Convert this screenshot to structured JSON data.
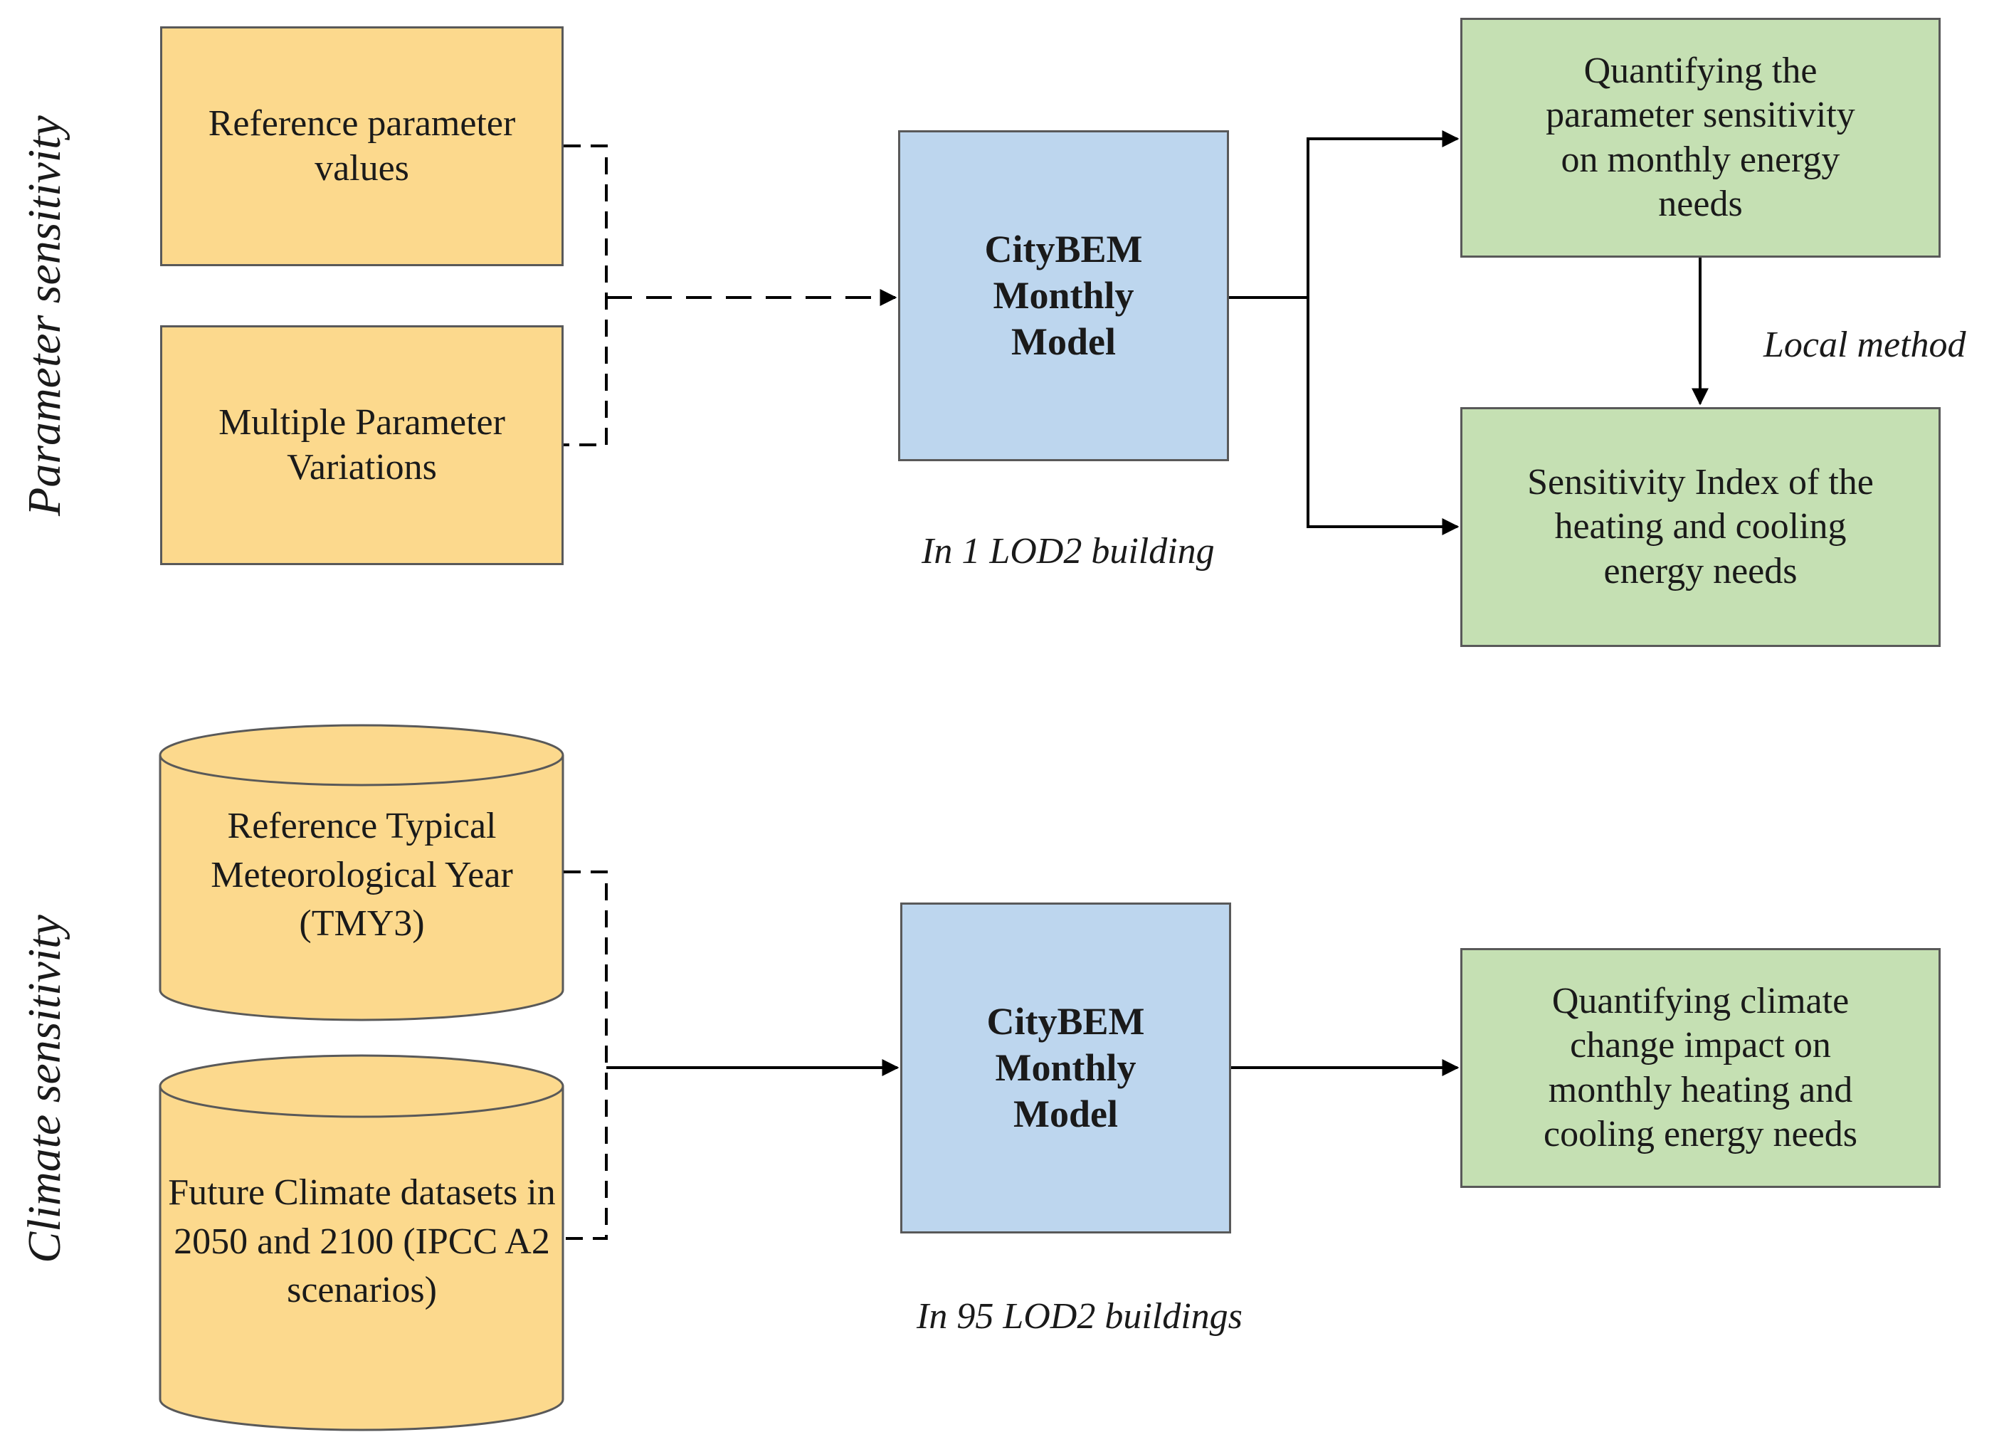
{
  "sections": {
    "parameter": {
      "side_label": "Parameter sensitivity",
      "inputs": [
        "Reference parameter values",
        "Multiple Parameter Variations"
      ],
      "model_lines": [
        "CityBEM",
        "Monthly",
        "Model"
      ],
      "model_note": "In 1 LOD2 building",
      "output_top_lines": [
        "Quantifying the",
        "parameter sensitivity",
        "on monthly energy",
        "needs"
      ],
      "output_bottom_lines": [
        "Sensitivity Index of the",
        "heating and cooling",
        "energy needs"
      ],
      "method_label": "Local method"
    },
    "climate": {
      "side_label": "Climate sensitivity",
      "input_top_lines": [
        "Reference Typical",
        "Meteorological",
        "Year (TMY3)"
      ],
      "input_bottom_lines": [
        "Future Climate",
        "datasets in 2050",
        "and 2100 (IPCC A2",
        "scenarios)"
      ],
      "model_lines": [
        "CityBEM",
        "Monthly",
        "Model"
      ],
      "model_note": "In 95 LOD2 buildings",
      "output_lines": [
        "Quantifying climate",
        "change impact on",
        "monthly heating and",
        "cooling energy needs"
      ]
    }
  },
  "colors": {
    "input_fill": "#fcd98d",
    "model_fill": "#bdd6ee",
    "output_fill": "#c5e0b3",
    "border": "#595959",
    "connector": "#000000"
  }
}
